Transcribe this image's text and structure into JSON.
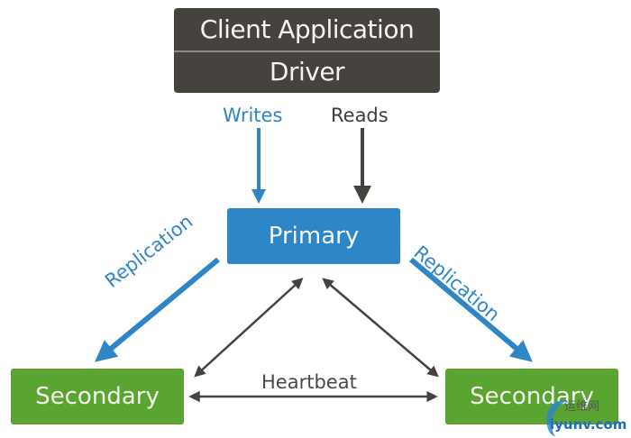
{
  "diagram": {
    "client": {
      "top_label": "Client Application",
      "bottom_label": "Driver",
      "color": "#46433f"
    },
    "primary": {
      "label": "Primary",
      "color": "#2e86c6"
    },
    "secondaries": [
      {
        "label": "Secondary",
        "color": "#5aa532"
      },
      {
        "label": "Secondary",
        "color": "#5aa532"
      }
    ],
    "edges": {
      "writes": "Writes",
      "reads": "Reads",
      "replication_left": "Replication",
      "replication_right": "Replication",
      "heartbeat": "Heartbeat"
    },
    "colors": {
      "blue_arrow": "#2e86c6",
      "dark_arrow": "#46433f"
    }
  },
  "watermark": {
    "cn": "运维网",
    "en": "iyunv.com"
  }
}
